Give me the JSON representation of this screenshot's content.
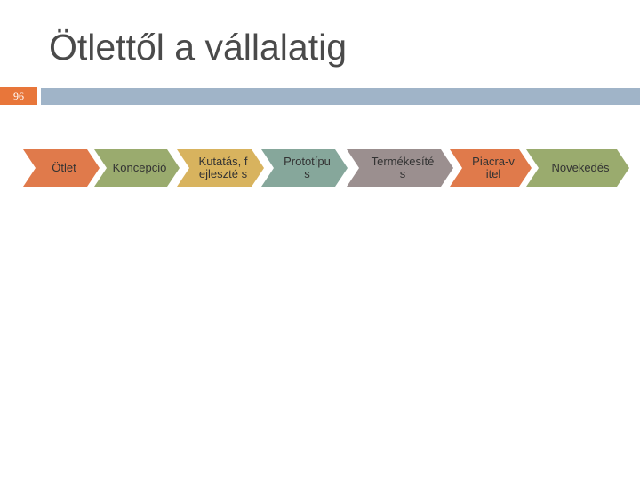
{
  "slide": {
    "title": "Ötlettől a vállalatig",
    "page_number": "96"
  },
  "process": {
    "steps": [
      {
        "label": "Ötlet",
        "color": "#e07a4b"
      },
      {
        "label": "Koncepció",
        "color": "#9aab6e"
      },
      {
        "label": "Kutatás, fejleszté s",
        "color": "#d8b35e"
      },
      {
        "label": "Prototípu s",
        "color": "#86a79b"
      },
      {
        "label": "Termékesíté s",
        "color": "#9b8f8f"
      },
      {
        "label": "Piacra-vitel",
        "color": "#e07a4b"
      },
      {
        "label": "Növekedés",
        "color": "#9aab6e"
      }
    ]
  },
  "colors": {
    "accent_badge": "#e8763a",
    "top_bar": "#a0b4c8",
    "title_text": "#4a4a4a"
  }
}
